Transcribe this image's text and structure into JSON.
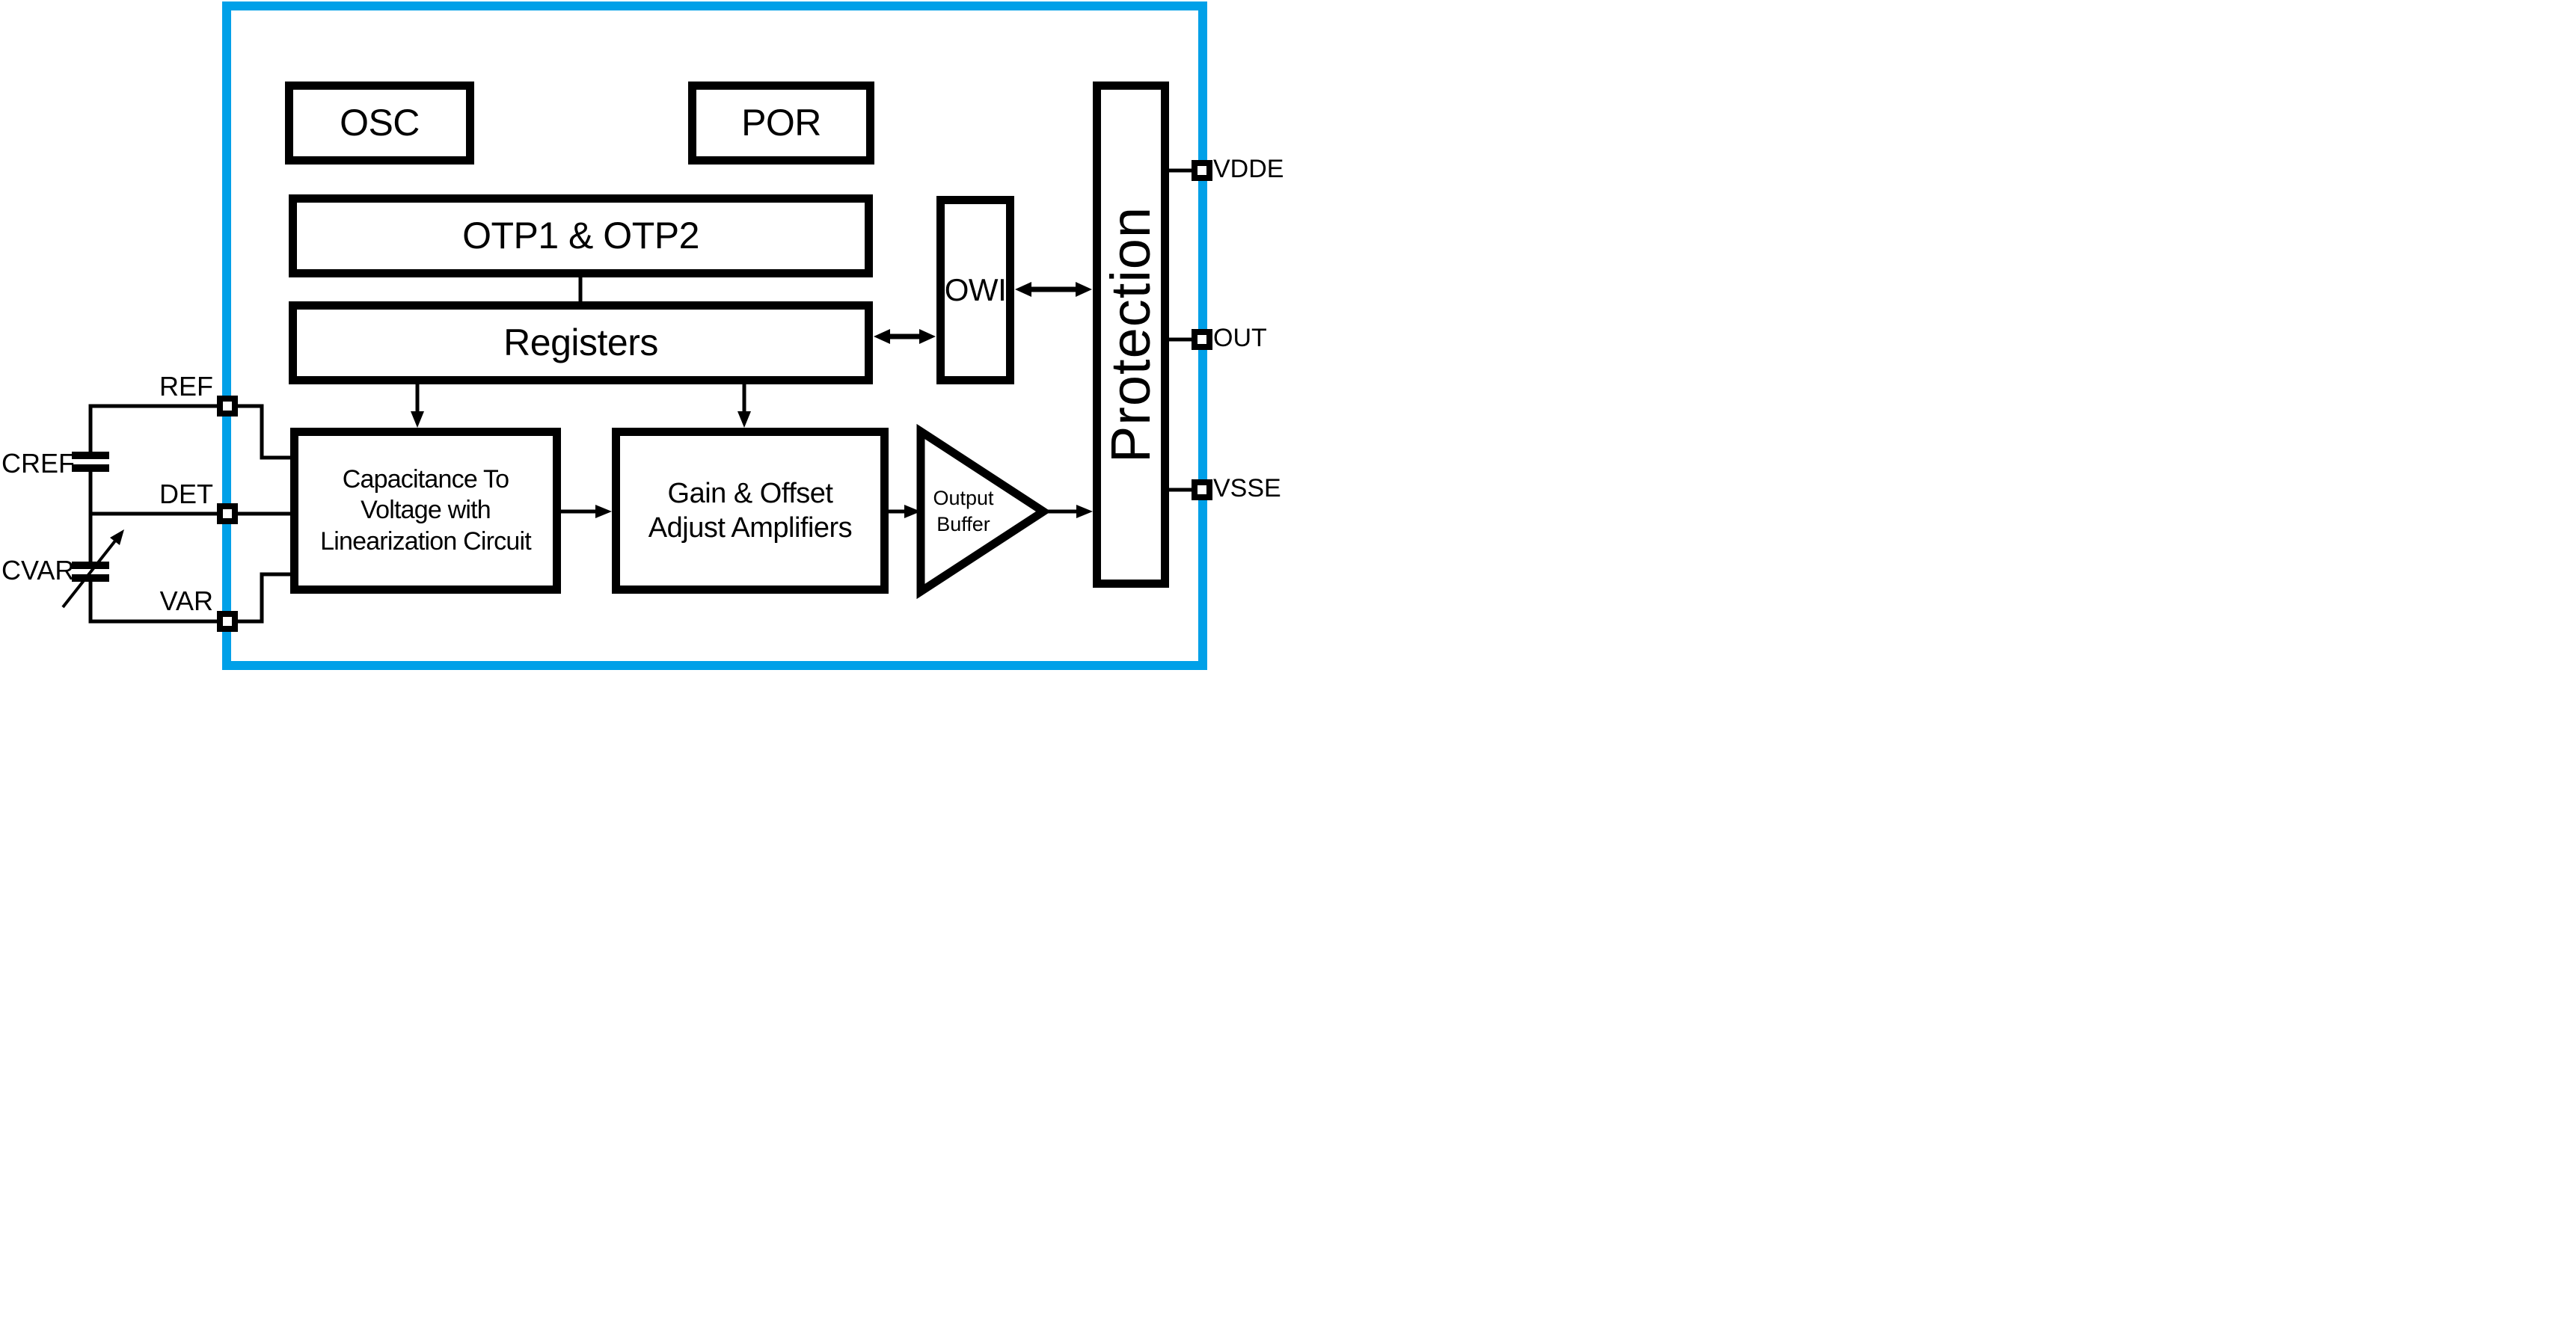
{
  "chip": {
    "accent_color": "#00A0E8",
    "blocks": {
      "osc": {
        "label": "OSC"
      },
      "por": {
        "label": "POR"
      },
      "otp": {
        "label": "OTP1 & OTP2"
      },
      "registers": {
        "label": "Registers"
      },
      "owi": {
        "label": "OWI"
      },
      "protection": {
        "label": "Protection"
      },
      "c2v": {
        "label": "Capacitance To\nVoltage with\nLinearization Circuit"
      },
      "gain": {
        "label": "Gain & Offset\nAdjust Amplifiers"
      },
      "output_buffer": {
        "label": "Output\nBuffer"
      }
    },
    "pins": {
      "vdde": {
        "label": "VDDE"
      },
      "out": {
        "label": "OUT"
      },
      "vsse": {
        "label": "VSSE"
      },
      "ref": {
        "label": "REF"
      },
      "det": {
        "label": "DET"
      },
      "var": {
        "label": "VAR"
      }
    },
    "external": {
      "cref": {
        "label": "CREF"
      },
      "cvar": {
        "label": "CVAR"
      }
    }
  }
}
